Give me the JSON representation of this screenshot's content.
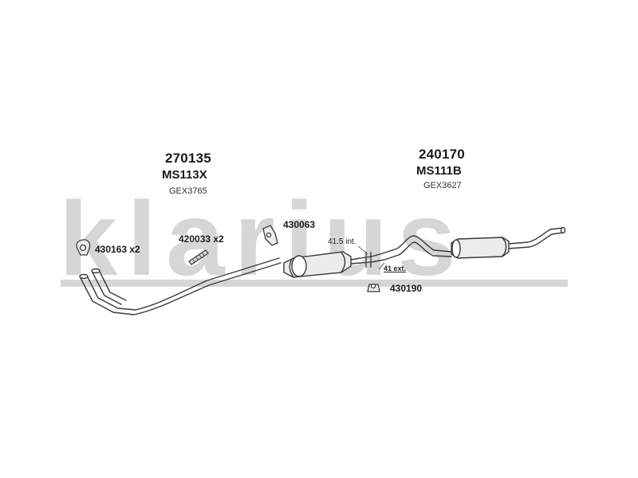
{
  "watermark": {
    "text": "klarius",
    "color": "#d6d6d6"
  },
  "front_section": {
    "part_number": "270135",
    "model_code": "MS113X",
    "ref_code": "GEX3765"
  },
  "rear_section": {
    "part_number": "240170",
    "model_code": "MS111B",
    "ref_code": "GEX3627"
  },
  "fittings": {
    "clamp_front": "430163 x2",
    "bolt": "420033 x2",
    "hanger": "430063",
    "mount_rubber": "430190"
  },
  "dimensions": {
    "internal": "41.5 int.",
    "external": "41 ext."
  },
  "colors": {
    "line": "#3a3a3a",
    "fill": "#ececec",
    "text": "#1a1a1a"
  }
}
